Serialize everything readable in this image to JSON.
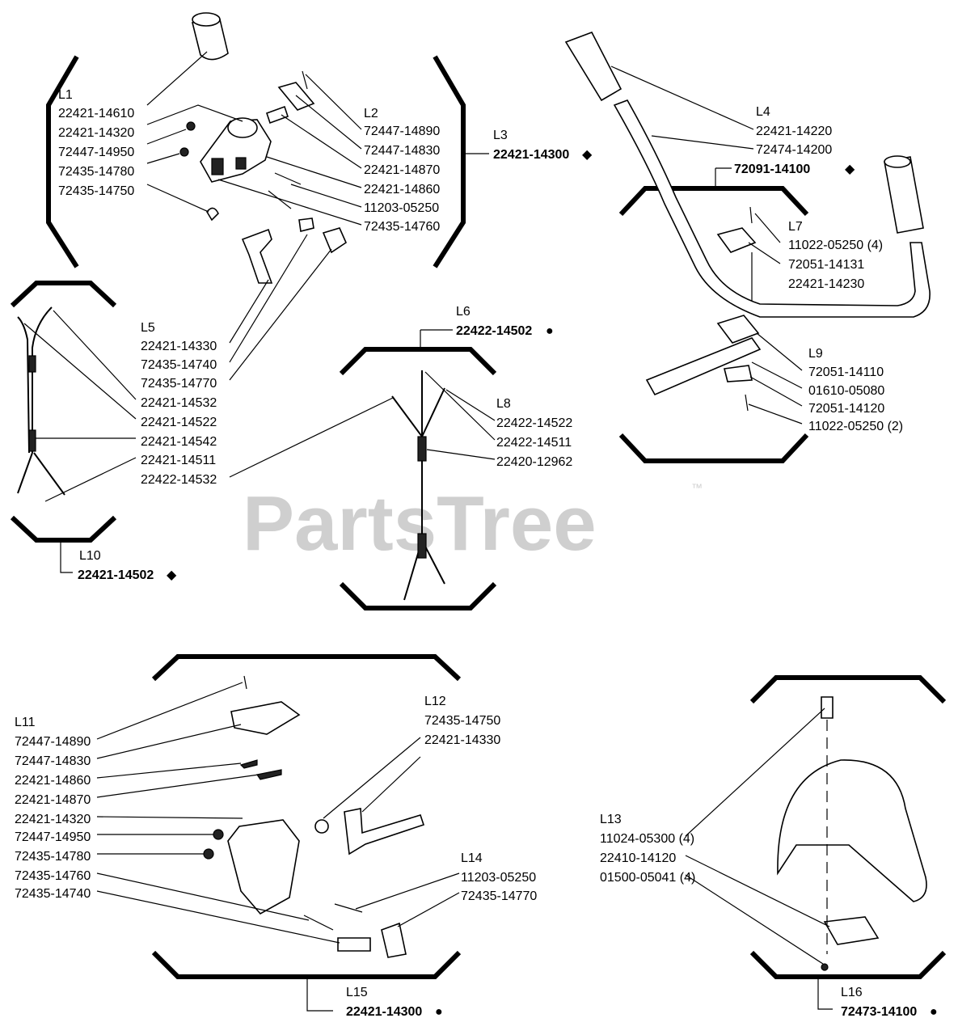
{
  "watermark": {
    "text": "PartsTree",
    "trademark": "™"
  },
  "groups": {
    "L1": {
      "title": "L1",
      "parts": [
        "22421-14610",
        "22421-14320",
        "72447-14950",
        "72435-14780",
        "72435-14750"
      ]
    },
    "L2": {
      "title": "L2",
      "parts": [
        "72447-14890",
        "72447-14830",
        "22421-14870",
        "22421-14860",
        "11203-05250",
        "72435-14760"
      ]
    },
    "L3": {
      "title": "L3",
      "assembly": "22421-14300",
      "marker": "◆"
    },
    "L4": {
      "title": "L4",
      "parts": [
        "22421-14220",
        "72474-14200"
      ],
      "assembly": "72091-14100",
      "marker": "◆"
    },
    "L5": {
      "title": "L5",
      "parts": [
        "22421-14330",
        "72435-14740",
        "72435-14770",
        "22421-14532",
        "22421-14522",
        "22421-14542",
        "22421-14511",
        "22422-14532"
      ]
    },
    "L6": {
      "title": "L6",
      "assembly": "22422-14502",
      "marker": "●"
    },
    "L7": {
      "title": "L7",
      "parts": [
        "11022-05250 (4)",
        "72051-14131",
        "22421-14230"
      ]
    },
    "L8": {
      "title": "L8",
      "parts": [
        "22422-14522",
        "22422-14511",
        "22420-12962"
      ]
    },
    "L9": {
      "title": "L9",
      "parts": [
        "72051-14110",
        "01610-05080",
        "72051-14120",
        "11022-05250 (2)"
      ]
    },
    "L10": {
      "title": "L10",
      "assembly": "22421-14502",
      "marker": "◆"
    },
    "L11": {
      "title": "L11",
      "parts": [
        "72447-14890",
        "72447-14830",
        "22421-14860",
        "22421-14870",
        "22421-14320",
        "72447-14950",
        "72435-14780",
        "72435-14760",
        "72435-14740"
      ]
    },
    "L12": {
      "title": "L12",
      "parts": [
        "72435-14750",
        "22421-14330"
      ]
    },
    "L13": {
      "title": "L13",
      "parts": [
        "11024-05300 (4)",
        "22410-14120",
        "01500-05041 (4)"
      ]
    },
    "L14": {
      "title": "L14",
      "parts": [
        "11203-05250",
        "72435-14770"
      ]
    },
    "L15": {
      "title": "L15",
      "assembly": "22421-14300",
      "marker": "●"
    },
    "L16": {
      "title": "L16",
      "assembly": "72473-14100",
      "marker": "●"
    }
  }
}
